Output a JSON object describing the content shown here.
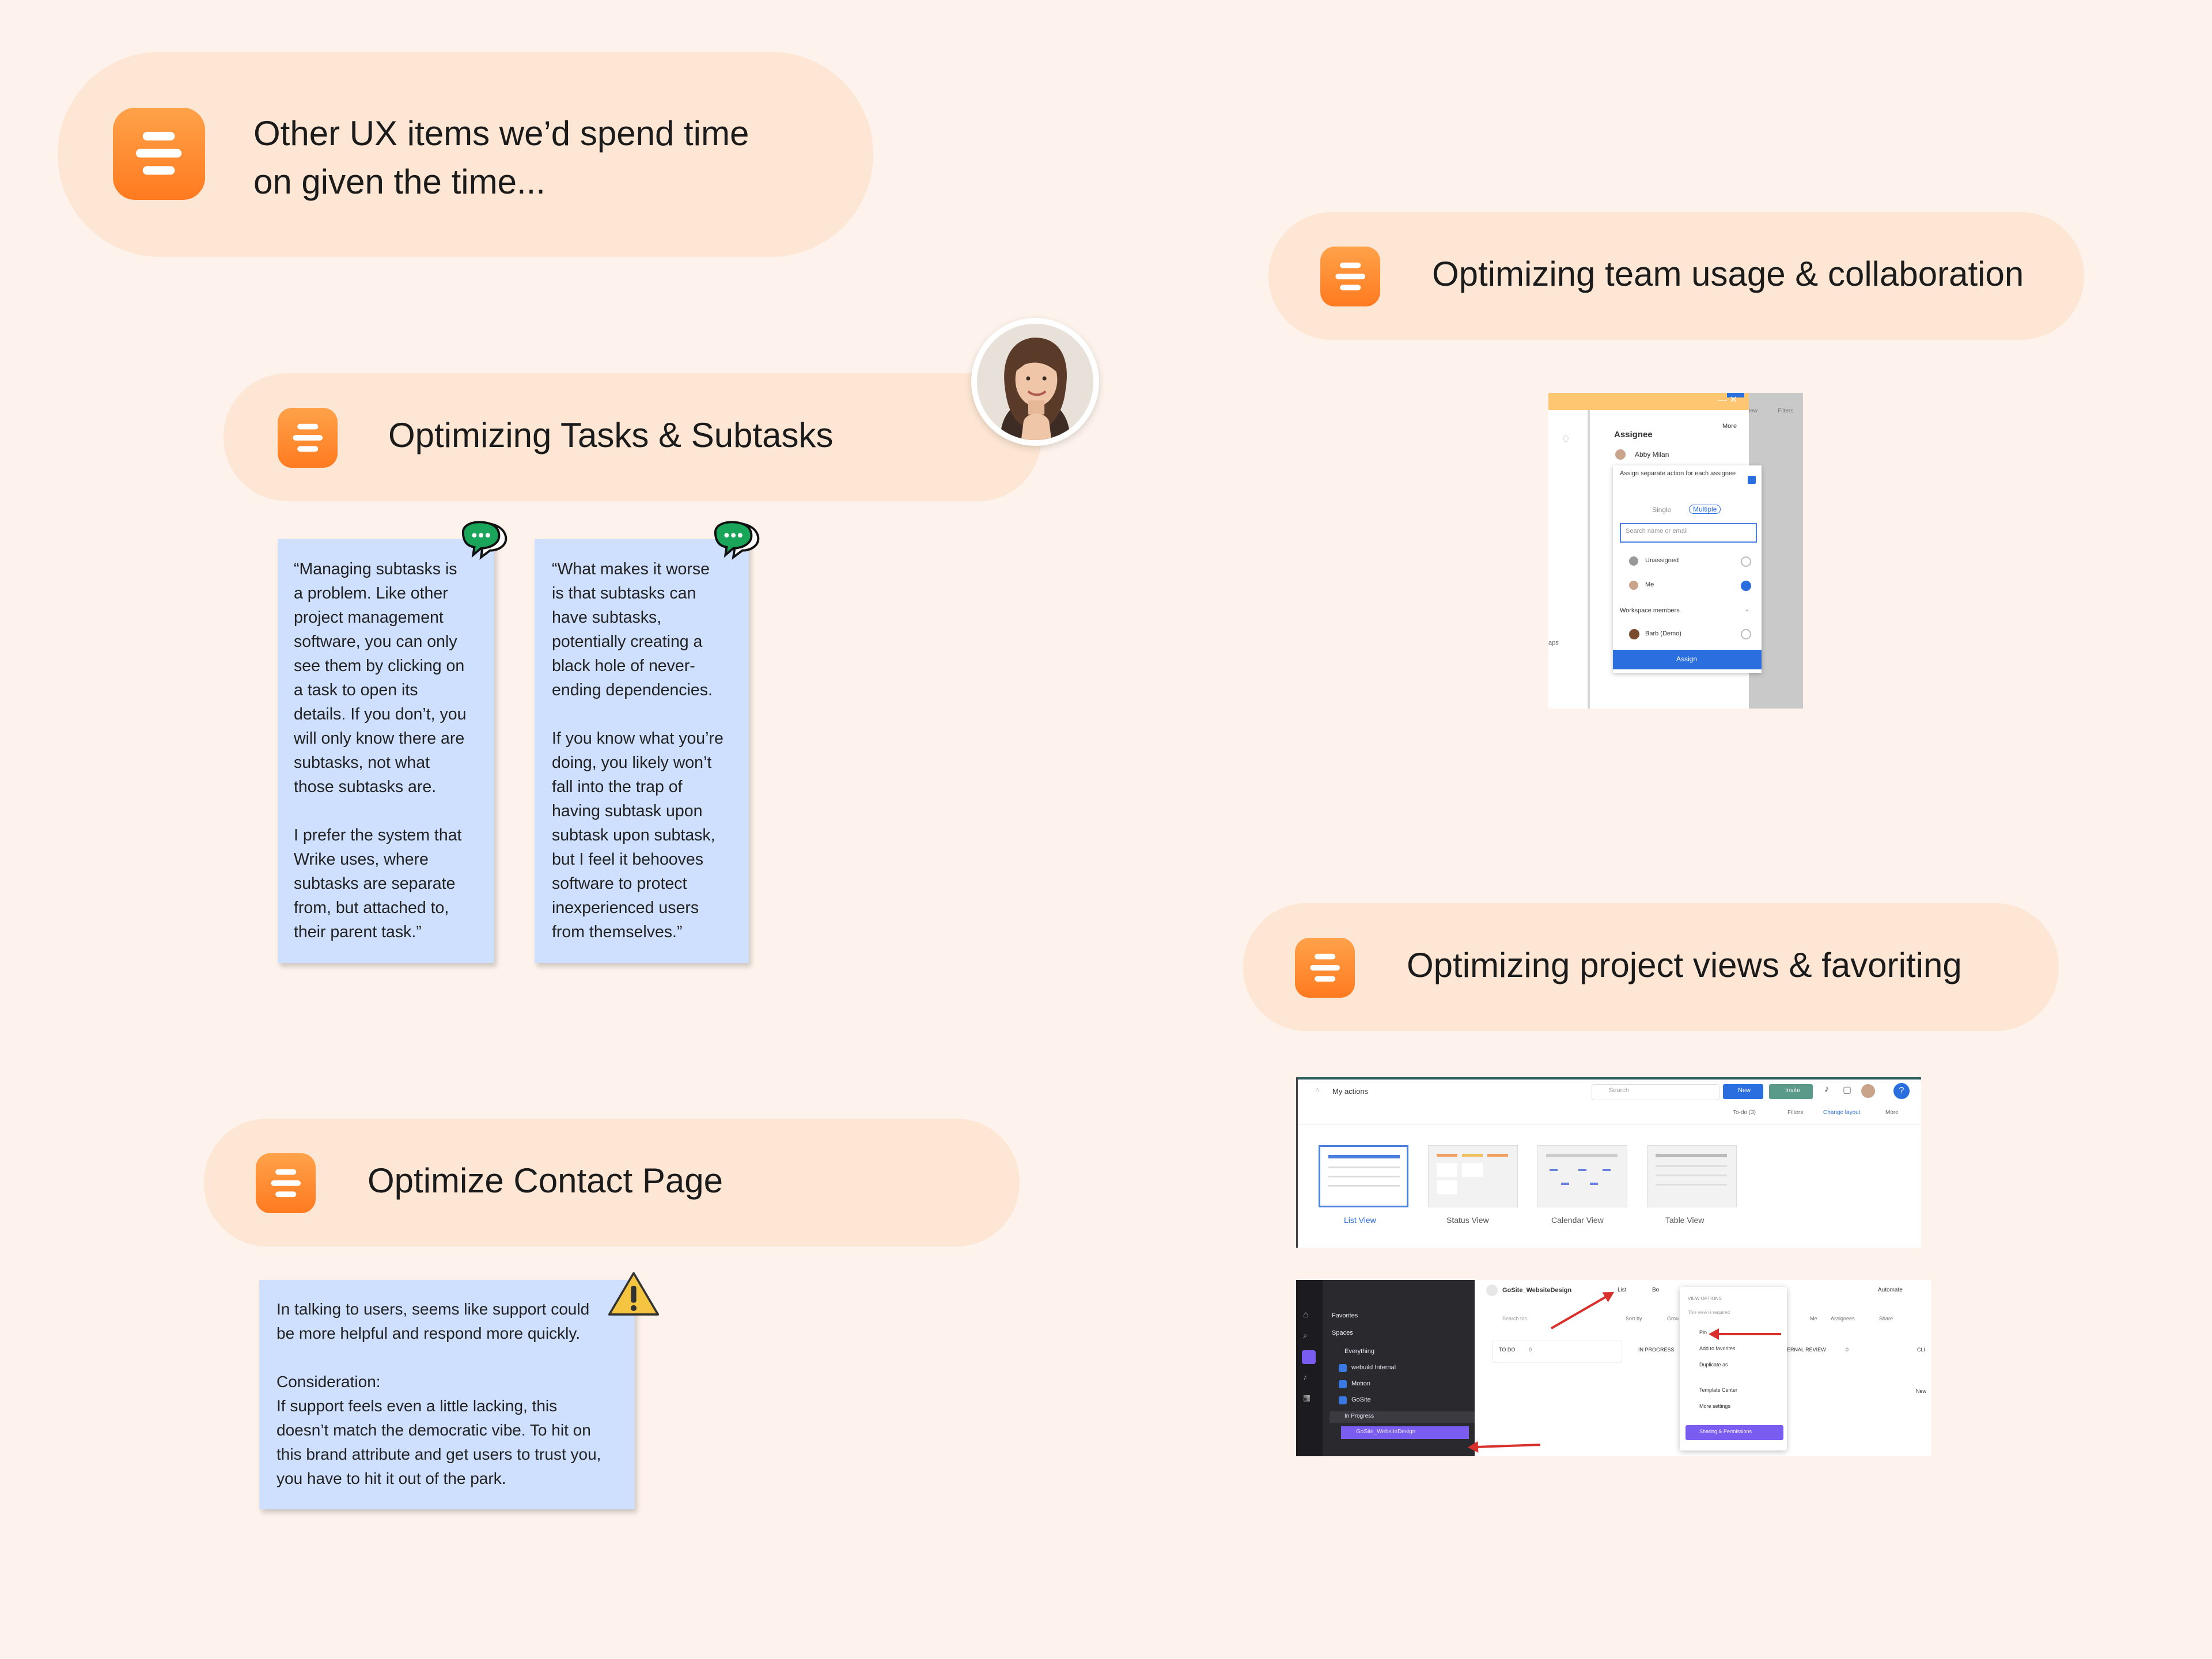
{
  "header": {
    "title_line1": "Other UX items we’d spend time",
    "title_line2": "on given the time..."
  },
  "sections": {
    "tasks": {
      "title": "Optimizing Tasks & Subtasks",
      "quotes": [
        "“Managing subtasks is\na problem. Like other\nproject management\nsoftware, you can only\nsee them by clicking on\na task to open its\ndetails. If you don’t, you\nwill only know there are\nsubtasks, not what\nthose subtasks are.\n\nI prefer the system that\nWrike uses, where\nsubtasks are separate\nfrom, but attached to,\ntheir parent task.”",
        "“What makes it worse\nis that subtasks can\nhave subtasks,\npotentially creating a\nblack hole of never-\nending dependencies.\n\nIf you know what you’re\ndoing, you likely won’t\nfall into the trap of\nhaving subtask upon\nsubtask upon subtask,\nbut I feel it behooves\nsoftware to protect\ninexperienced users\nfrom themselves.”"
      ]
    },
    "contact": {
      "title": "Optimize Contact Page",
      "note": "In talking to users, seems like support could\nbe more helpful and respond more quickly.\n\nConsideration:\nIf support feels even a little lacking, this\ndoesn’t match the democratic vibe. To hit on\nthis brand attribute and get users to trust you,\nyou have to hit it out of the park."
    },
    "team": {
      "title": "Optimizing team usage & collaboration",
      "assignee_panel": {
        "more": "More",
        "view": "iew",
        "filters": "Filters",
        "heading": "Assignee",
        "current": "Abby Milan",
        "option_text": "Assign separate action for each assignee",
        "single": "Single",
        "multiple": "Multiple",
        "search_placeholder": "Search name or email",
        "unassigned": "Unassigned",
        "me": "Me",
        "workspace_members": "Workspace members",
        "member": "Barb (Demo)",
        "assign_button": "Assign",
        "side_label": "aps"
      }
    },
    "views": {
      "title": "Optimizing project views & favoriting",
      "top_shot": {
        "page": "My actions",
        "search": "Search",
        "new": "New",
        "invite": "Invite",
        "toolbar": [
          "To-do (3)",
          "Filters",
          "Change layout",
          "More"
        ],
        "views": [
          "List View",
          "Status View",
          "Calendar View",
          "Table View"
        ]
      },
      "bottom_shot": {
        "sidebar": [
          "Favorites",
          "Spaces",
          "Everything",
          "webuild Internal",
          "Motion",
          "GoSite",
          "In Progress",
          "GoSite_WebsiteDesign"
        ],
        "project": "GoSite_WebsiteDesign",
        "list_tab": "List",
        "board_tab": "Bo",
        "automate": "Automate",
        "search": "Search tas",
        "sort": "Sort by",
        "group": "Grou",
        "me": "Me",
        "assignees": "Assignees",
        "share": "Share",
        "columns": [
          "TO DO",
          "IN PROGRESS",
          "ERNAL REVIEW",
          "CLI"
        ],
        "counts": [
          "0",
          "0"
        ],
        "new": "New",
        "menu": {
          "heading": "VIEW OPTIONS",
          "note": "This view is required",
          "items": [
            "Pin",
            "Add to favorites",
            "Duplicate as",
            "Template Center",
            "More settings"
          ],
          "button": "Sharing & Permissions"
        }
      }
    }
  },
  "icons": [
    "brand-logo-icon",
    "chat-bubble-icon",
    "warning-icon"
  ],
  "colors": {
    "background": "#fdf3ec",
    "pill": "#fde6d3",
    "accent_orange": "#ff8a2a",
    "note_blue": "#cfe0ff",
    "bubble_green": "#1aa65a",
    "warning_yellow": "#f5c542"
  }
}
